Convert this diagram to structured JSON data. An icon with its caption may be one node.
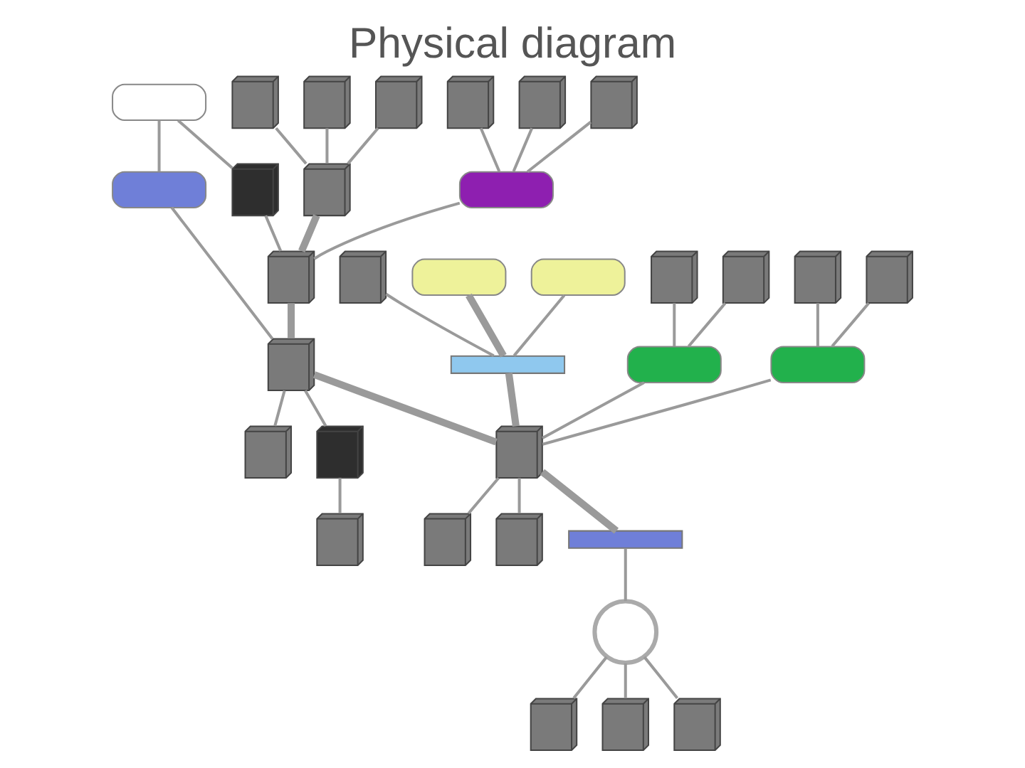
{
  "diagram": {
    "title": "Physical diagram",
    "nodes": [
      {
        "text": [],
        "shape": "picture"
      },
      {
        "text": [],
        "shape": "picture"
      },
      {
        "text": [],
        "shape": "picture"
      },
      {
        "text": [],
        "shape": "picture"
      },
      {
        "text": [],
        "shape": "picture"
      },
      {
        "text": [],
        "shape": "picture"
      },
      {
        "text": [],
        "shape": "picture"
      },
      {
        "text": [],
        "shape": "box"
      },
      {
        "text": [],
        "shape": "picture"
      },
      {
        "text": [],
        "shape": "box"
      },
      {
        "text": [],
        "shape": "picture"
      },
      {
        "text": [],
        "shape": "box"
      },
      {
        "text": [],
        "shape": "picture"
      },
      {
        "text": [],
        "shape": "picture"
      },
      {
        "text": [],
        "shape": "picture"
      },
      {
        "text": [],
        "shape": "picture"
      },
      {
        "text": [],
        "shape": "picture"
      },
      {
        "text": [],
        "shape": "box"
      },
      {
        "text": [],
        "shape": "box"
      },
      {
        "text": [],
        "shape": "bar"
      },
      {
        "text": [],
        "shape": "box"
      },
      {
        "text": [],
        "shape": "picture"
      },
      {
        "text": [],
        "shape": "picture"
      },
      {
        "text": [],
        "shape": "box"
      },
      {
        "text": [],
        "shape": "picture"
      },
      {
        "text": [],
        "shape": "picture"
      },
      {
        "text": [],
        "shape": "picture"
      },
      {
        "text": [],
        "shape": "bar"
      },
      {
        "text": [],
        "shape": "circle"
      },
      {
        "text": [],
        "shape": "picture"
      },
      {
        "text": [],
        "shape": "picture"
      },
      {
        "text": [],
        "shape": "picture"
      },
      {
        "text": [],
        "shape": "picture"
      },
      {
        "text": [],
        "shape": "picture"
      }
    ],
    "edges": [
      {
        "from": 0,
        "to": 3,
        "arrow": "none"
      },
      {
        "from": 1,
        "to": 3,
        "arrow": "none"
      },
      {
        "from": 2,
        "to": 3,
        "arrow": "none"
      },
      {
        "from": 3,
        "to": 8,
        "arrow": "none",
        "style": "thick"
      },
      {
        "from": 4,
        "to": 7,
        "arrow": "none"
      },
      {
        "from": 5,
        "to": 7,
        "arrow": "none"
      },
      {
        "from": 6,
        "to": 7,
        "arrow": "none"
      },
      {
        "from": 7,
        "to": 8,
        "arrow": "none"
      },
      {
        "from": 8,
        "to": 12,
        "arrow": "none",
        "style": "thick"
      },
      {
        "from": 10,
        "to": 8,
        "arrow": "none"
      },
      {
        "from": 9,
        "to": 10,
        "arrow": "none"
      },
      {
        "from": 9,
        "to": 11,
        "arrow": "none"
      },
      {
        "from": 11,
        "to": 12,
        "arrow": "none"
      },
      {
        "from": 12,
        "to": 14,
        "arrow": "none"
      },
      {
        "from": 14,
        "to": 13,
        "arrow": "none"
      },
      {
        "from": 12,
        "to": 15,
        "arrow": "none"
      },
      {
        "from": 12,
        "to": 26,
        "arrow": "none",
        "style": "thick"
      },
      {
        "from": 16,
        "to": 19,
        "arrow": "none"
      },
      {
        "from": 17,
        "to": 19,
        "arrow": "none",
        "style": "thick"
      },
      {
        "from": 18,
        "to": 19,
        "arrow": "none"
      },
      {
        "from": 19,
        "to": 26,
        "arrow": "none",
        "style": "thick"
      },
      {
        "from": 20,
        "to": 26,
        "arrow": "none"
      },
      {
        "from": 23,
        "to": 26,
        "arrow": "none"
      },
      {
        "from": 21,
        "to": 20,
        "arrow": "none"
      },
      {
        "from": 22,
        "to": 20,
        "arrow": "none"
      },
      {
        "from": 24,
        "to": 23,
        "arrow": "none"
      },
      {
        "from": 25,
        "to": 23,
        "arrow": "none"
      },
      {
        "from": 26,
        "to": 27,
        "arrow": "none",
        "style": "thick"
      },
      {
        "from": 27,
        "to": 28,
        "arrow": "none"
      },
      {
        "from": 28,
        "to": 31,
        "arrow": "none"
      },
      {
        "from": 28,
        "to": 32,
        "arrow": "none"
      },
      {
        "from": 28,
        "to": 33,
        "arrow": "none"
      },
      {
        "from": 26,
        "to": 29,
        "arrow": "none"
      },
      {
        "from": 26,
        "to": 30,
        "arrow": "none"
      }
    ]
  }
}
